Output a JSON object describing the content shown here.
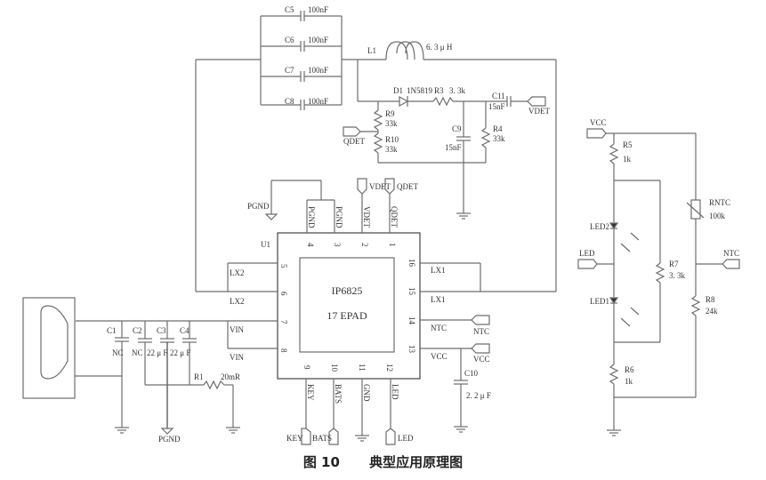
{
  "figure": {
    "caption_number": "图  10",
    "caption_title": "典型应用原理图"
  },
  "ic": {
    "ref": "U1",
    "part": "IP6825",
    "epad": "17  EPAD",
    "pins": [
      {
        "num": "1",
        "name": "QDET"
      },
      {
        "num": "2",
        "name": "VDET"
      },
      {
        "num": "3",
        "name": "PGND"
      },
      {
        "num": "4",
        "name": "PGND"
      },
      {
        "num": "5",
        "name": "LX2"
      },
      {
        "num": "6",
        "name": "LX2"
      },
      {
        "num": "7",
        "name": "VIN"
      },
      {
        "num": "8",
        "name": "VIN"
      },
      {
        "num": "9",
        "name": "KEY"
      },
      {
        "num": "10",
        "name": "BATS"
      },
      {
        "num": "11",
        "name": "GND"
      },
      {
        "num": "12",
        "name": "LED"
      },
      {
        "num": "13",
        "name": "VCC"
      },
      {
        "num": "14",
        "name": "NTC"
      },
      {
        "num": "15",
        "name": "LX1"
      },
      {
        "num": "16",
        "name": "LX1"
      }
    ]
  },
  "components": {
    "C1": {
      "ref": "C1",
      "value": "NC"
    },
    "C2": {
      "ref": "C2",
      "value": "NC"
    },
    "C3": {
      "ref": "C3",
      "value": "22 μ F"
    },
    "C4": {
      "ref": "C4",
      "value": "22 μ F"
    },
    "C5": {
      "ref": "C5",
      "value": "100nF"
    },
    "C6": {
      "ref": "C6",
      "value": "100nF"
    },
    "C7": {
      "ref": "C7",
      "value": "100nF"
    },
    "C8": {
      "ref": "C8",
      "value": "100nF"
    },
    "C9": {
      "ref": "C9",
      "value": "15nF"
    },
    "C10": {
      "ref": "C10",
      "value": "2. 2 μ F"
    },
    "C11": {
      "ref": "C11",
      "value": "15nF"
    },
    "L1": {
      "ref": "L1",
      "value": "6. 3 μ H"
    },
    "D1": {
      "ref": "D1",
      "value": "1N5819"
    },
    "R1": {
      "ref": "R1",
      "value": "20mR"
    },
    "R3": {
      "ref": "R3",
      "value": "3. 3k"
    },
    "R4": {
      "ref": "R4",
      "value": "33k"
    },
    "R5": {
      "ref": "R5",
      "value": "1k"
    },
    "R6": {
      "ref": "R6",
      "value": "1k"
    },
    "R7": {
      "ref": "R7",
      "value": "3. 3k"
    },
    "R8": {
      "ref": "R8",
      "value": "24k"
    },
    "R9": {
      "ref": "R9",
      "value": "33k"
    },
    "R10": {
      "ref": "R10",
      "value": "33k"
    },
    "RNTC": {
      "ref": "RNTC",
      "value": "100k"
    },
    "LED1": {
      "ref": "LED1"
    },
    "LED2": {
      "ref": "LED2"
    }
  },
  "net_labels": {
    "vdet": "VDET",
    "qdet": "QDET",
    "pgnd": "PGND",
    "ntc": "NTC",
    "vcc": "VCC",
    "key": "KEY",
    "bats": "BATS",
    "led": "LED"
  }
}
